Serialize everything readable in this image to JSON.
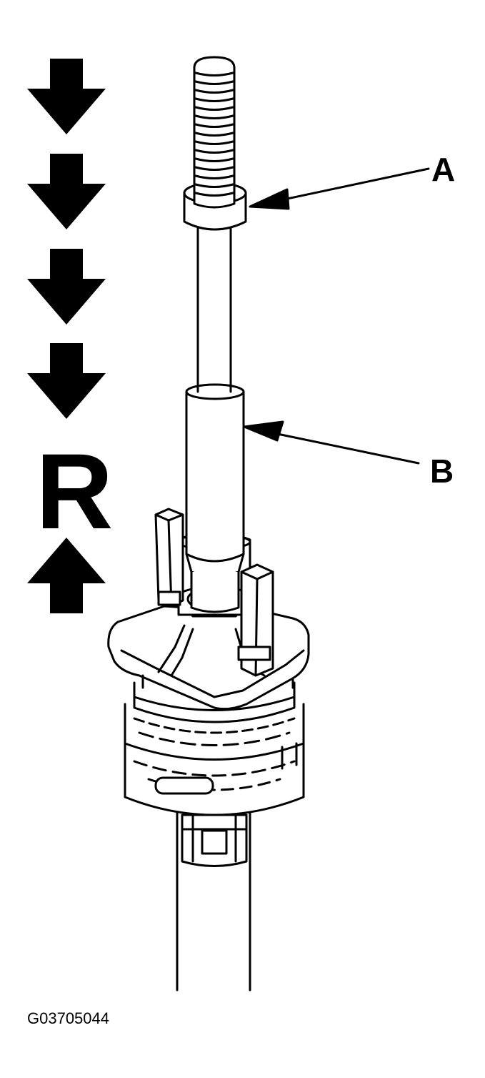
{
  "labels": {
    "a": "A",
    "b": "B",
    "r": "R"
  },
  "figure_id": "G03705044",
  "arrows": {
    "down_count": 4,
    "up_count": 1
  },
  "colors": {
    "ink": "#000000",
    "paper": "#ffffff"
  }
}
